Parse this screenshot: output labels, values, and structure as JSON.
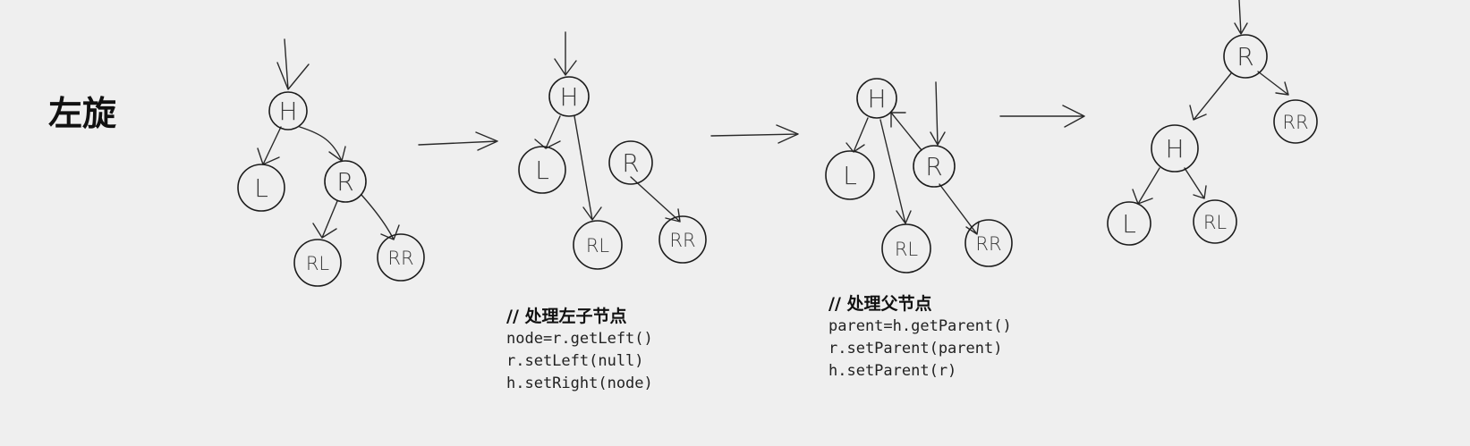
{
  "title": "左旋",
  "stages": [
    {
      "nodes": [
        "H",
        "L",
        "R",
        "RL",
        "RR"
      ]
    },
    {
      "nodes": [
        "H",
        "L",
        "R",
        "RL",
        "RR"
      ]
    },
    {
      "nodes": [
        "H",
        "L",
        "R",
        "RL",
        "RR"
      ]
    },
    {
      "nodes": [
        "R",
        "H",
        "RR",
        "L",
        "RL"
      ]
    }
  ],
  "code_blocks": [
    {
      "heading": "// 处理左子节点",
      "lines": [
        "node=r.getLeft()",
        "r.setLeft(null)",
        "h.setRight(node)"
      ]
    },
    {
      "heading": "// 处理父节点",
      "lines": [
        "parent=h.getParent()",
        "r.setParent(parent)",
        "h.setParent(r)"
      ]
    }
  ]
}
